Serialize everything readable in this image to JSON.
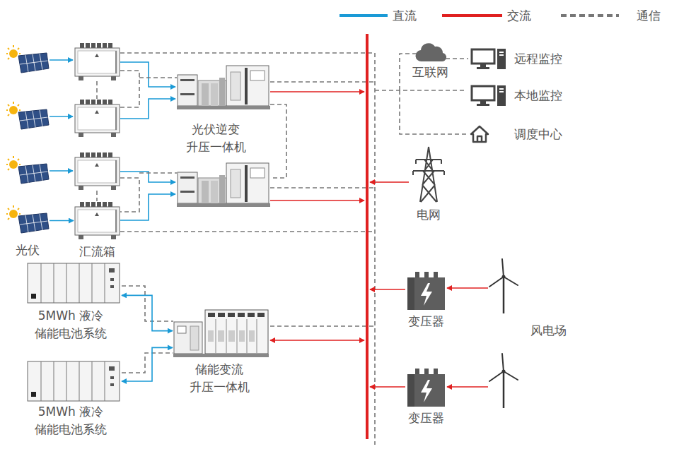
{
  "diagram": {
    "nodes": [
      {
        "text": [
          "光伏"
        ]
      },
      {
        "text": [
          "汇流箱"
        ]
      },
      {
        "text": [
          "光伏逆变 升压一体机"
        ]
      },
      {
        "text": [
          "互联网"
        ]
      },
      {
        "text": [
          "远程监控"
        ]
      },
      {
        "text": [
          "本地监控"
        ]
      },
      {
        "text": [
          "调度中心"
        ]
      },
      {
        "text": [
          "电网"
        ]
      },
      {
        "text": [
          "5MWh 液冷 储能电池系统"
        ]
      },
      {
        "text": [
          "储能变流 升压一体机"
        ]
      },
      {
        "text": [
          "5MWh 液冷 储能电池系统"
        ]
      },
      {
        "text": [
          "变压器"
        ]
      },
      {
        "text": [
          "变压器"
        ]
      }
    ],
    "edges": [
      {
        "from": 0,
        "to": 1,
        "arrow": "to"
      },
      {
        "from": 8,
        "to": 9,
        "arrow": "both"
      },
      {
        "from": 10,
        "to": 9,
        "arrow": "both"
      },
      {
        "from": 3,
        "to": 4,
        "arrow": "none"
      }
    ],
    "labels": [
      "风电场"
    ],
    "legend": [
      {
        "text": "直流"
      },
      {
        "text": "交流"
      },
      {
        "text": "通信"
      }
    ]
  }
}
